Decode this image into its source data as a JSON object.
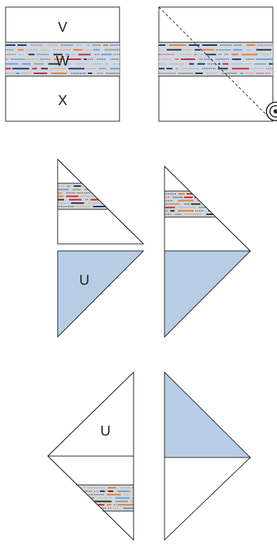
{
  "labels": {
    "top_block_top": "V",
    "top_block_middle": "W",
    "top_block_bottom": "X",
    "middle_fill_triangle": "U",
    "bottom_triangle": "U"
  },
  "colors": {
    "outline": "#222222",
    "fabric_band": "#cfd8e3",
    "fabric_band_gray": "#d4d6d8",
    "fill_blue": "#b7cde6",
    "stripe_navy": "#1b2d5e",
    "stripe_red": "#c8202f",
    "stripe_orange": "#ee7a22",
    "stripe_dark": "#2a2a2a",
    "stripe_olive": "#a3a287",
    "stripe_blue": "#6e9acb"
  },
  "icons": {
    "cutter": "rotary-cutter-icon"
  }
}
